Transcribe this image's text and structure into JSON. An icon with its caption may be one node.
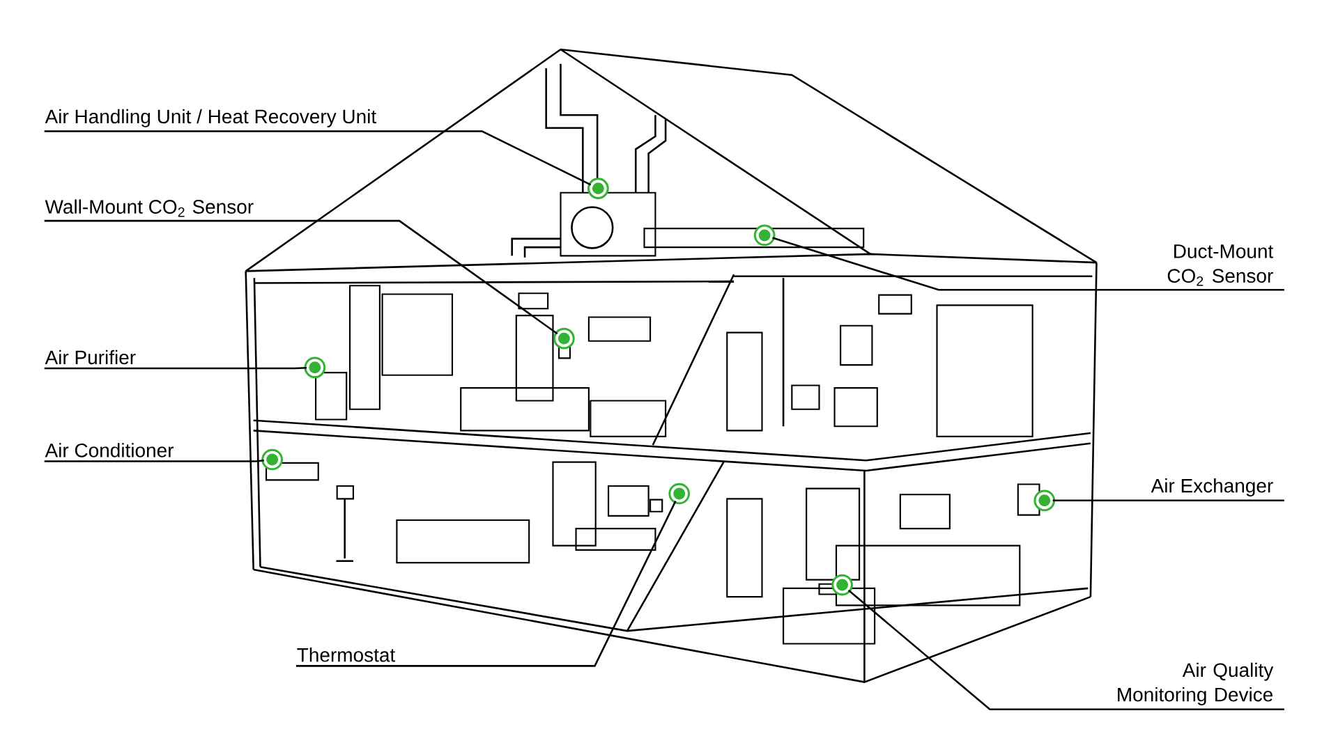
{
  "diagram": {
    "nodes": [
      {
        "text": [
          "Air Handling Unit / Heat Recovery Unit"
        ]
      },
      {
        "text": [
          "Wall-Mount CO$_{2}$ Sensor"
        ]
      },
      {
        "text": [
          "Duct-Mount CO$_{2}$ Sensor"
        ]
      },
      {
        "text": [
          "Air Purifier"
        ]
      },
      {
        "text": [
          "Air Conditioner"
        ]
      },
      {
        "text": [
          "Air Exchanger"
        ]
      },
      {
        "text": [
          "Thermostat"
        ]
      },
      {
        "text": [
          "Air Quality Monitoring Device"
        ]
      },
      {
        "text": [],
        "shape": "circle"
      },
      {
        "text": [],
        "shape": "circle"
      },
      {
        "text": [],
        "shape": "circle"
      },
      {
        "text": [],
        "shape": "circle"
      },
      {
        "text": [],
        "shape": "circle"
      },
      {
        "text": [],
        "shape": "circle"
      },
      {
        "text": [],
        "shape": "circle"
      },
      {
        "text": [],
        "shape": "circle"
      }
    ],
    "edges": [
      {
        "from": 0,
        "to": 8,
        "arrow": "none"
      },
      {
        "from": 1,
        "to": 9,
        "arrow": "none"
      },
      {
        "from": 2,
        "to": 10,
        "arrow": "none"
      },
      {
        "from": 3,
        "to": 11,
        "arrow": "none"
      },
      {
        "from": 4,
        "to": 12,
        "arrow": "none"
      },
      {
        "from": 5,
        "to": 13,
        "arrow": "none"
      },
      {
        "from": 6,
        "to": 14,
        "arrow": "none"
      },
      {
        "from": 7,
        "to": 15,
        "arrow": "none"
      }
    ]
  }
}
